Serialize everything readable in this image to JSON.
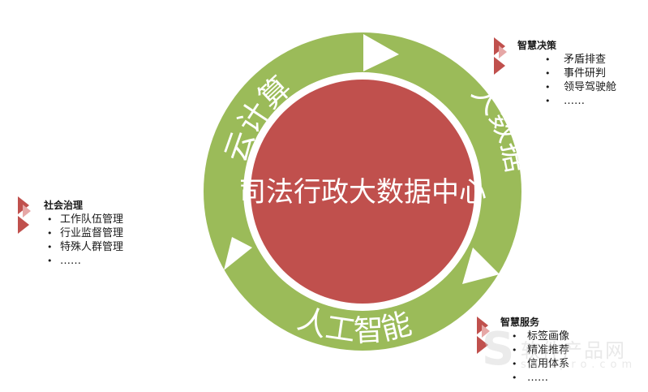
{
  "colors": {
    "ring": "#9bbb59",
    "center": "#c0504d",
    "arrow": "#ffffff",
    "marker_dark": "#c0504d",
    "marker_light": "#e6a7a6"
  },
  "center_label": "司法行政大数据中心",
  "ring_labels": {
    "cloud": "云计算",
    "bigdata": "大数据",
    "ai": "人工智能"
  },
  "panels": {
    "decision": {
      "title": "智慧决策",
      "items": [
        "矛盾排查",
        "事件研判",
        "领导驾驶舱",
        "……"
      ]
    },
    "governance": {
      "title": "社会治理",
      "items": [
        "工作队伍管理",
        "行业监督管理",
        "特殊人群管理",
        "……"
      ]
    },
    "service": {
      "title": "智慧服务",
      "items": [
        "标签画像",
        "精准推荐",
        "信用体系",
        "……"
      ]
    }
  },
  "watermark": {
    "mark": "S",
    "text": "软件产品网",
    "sub": "softpro.com"
  }
}
